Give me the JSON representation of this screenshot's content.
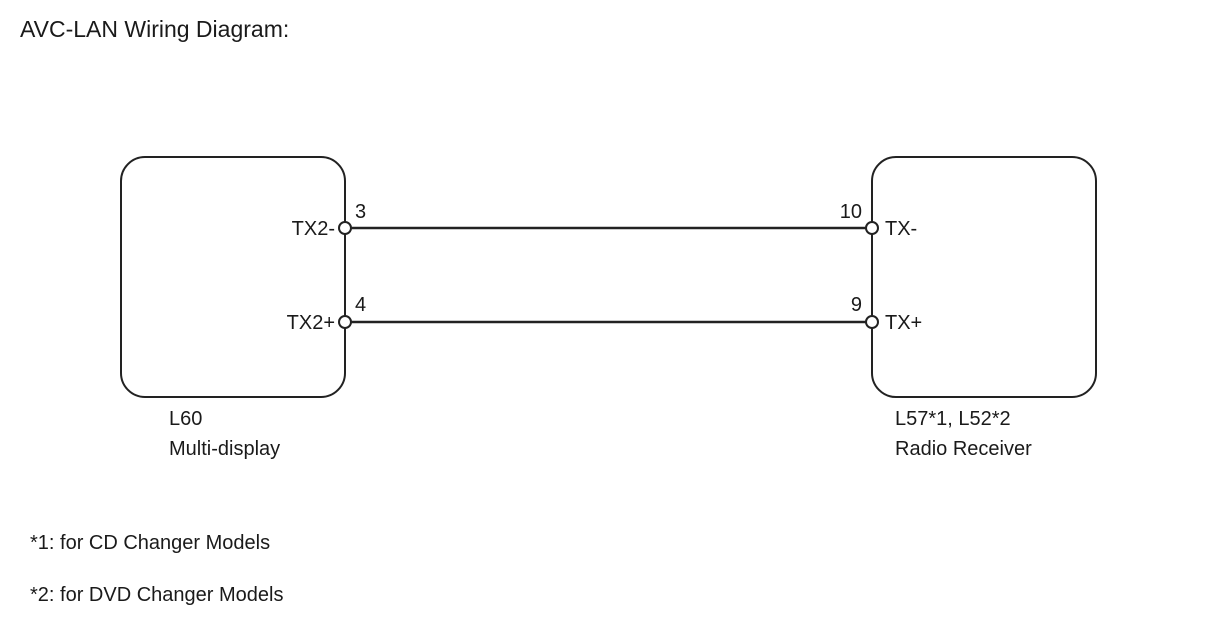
{
  "title": "AVC-LAN Wiring Diagram:",
  "left_component": {
    "code": "L60",
    "name": "Multi-display"
  },
  "right_component": {
    "code": "L57*1, L52*2",
    "name": "Radio Receiver"
  },
  "connections": [
    {
      "left_terminal": "TX2-",
      "left_pin": "3",
      "right_pin": "10",
      "right_terminal": "TX-"
    },
    {
      "left_terminal": "TX2+",
      "left_pin": "4",
      "right_pin": "9",
      "right_terminal": "TX+"
    }
  ],
  "notes": [
    "*1: for CD Changer Models",
    "*2: for DVD Changer Models"
  ]
}
